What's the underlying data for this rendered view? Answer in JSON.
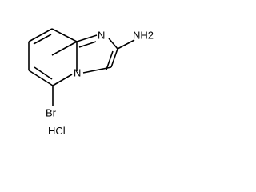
{
  "molecule": {
    "atoms": {
      "ring_n": "N",
      "bridge_n": "N",
      "amine": "NH2",
      "bromo": "Br"
    },
    "salt": "HCl"
  }
}
